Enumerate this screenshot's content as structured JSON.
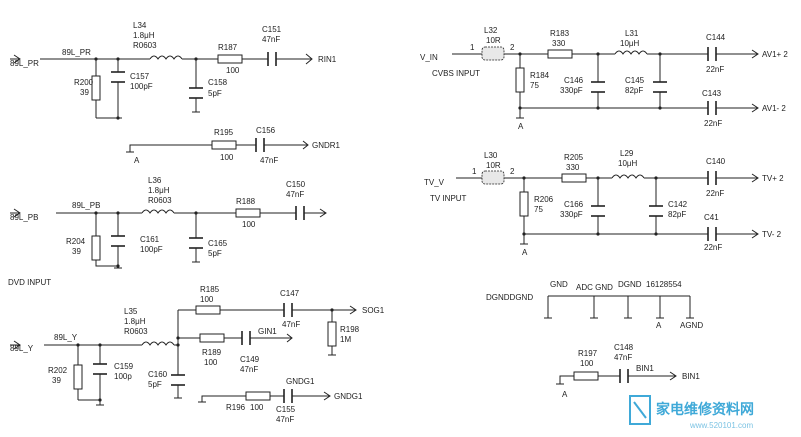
{
  "labels": {
    "top_left": [
      "89L_PR",
      "89L_PR",
      "L34",
      "1.8μH",
      "R0603",
      "R187",
      "100",
      "C151",
      "47nF",
      "RIN1",
      "R200",
      "39",
      "C157",
      "100pF",
      "C158",
      "5pF"
    ],
    "gndr_block": [
      "R195",
      "100",
      "C156",
      "47nF",
      "GNDR1",
      "A"
    ],
    "pb_block": [
      "89L_PB",
      "89L_PB",
      "L36",
      "1.8μH",
      "R0603",
      "R188",
      "100",
      "C150",
      "47nF",
      "R204",
      "39",
      "C161",
      "100pF",
      "C165",
      "5pF",
      "DVD INPUT"
    ],
    "y_block": [
      "89L_Y",
      "89L_Y",
      "L35",
      "1.8μH",
      "R0603",
      "R185",
      "100",
      "C147",
      "47nF",
      "SOG1",
      "R189",
      "100",
      "C149",
      "47nF",
      "GIN1",
      "R198",
      "1M",
      "R202",
      "39",
      "C159",
      "100p",
      "C160",
      "5pF",
      "GNDG1",
      "GNDG1",
      "R196",
      "100",
      "C155",
      "47nF"
    ],
    "cvbs_block": [
      "V_IN",
      "1",
      "L32",
      "10R",
      "2",
      "R183",
      "330",
      "L31",
      "10μH",
      "C144",
      "22nF",
      "AV1+ 2",
      "R184",
      "75",
      "C146",
      "330pF",
      "C145",
      "82pF",
      "C143",
      "22nF",
      "AV1- 2",
      "CVBS INPUT",
      "A"
    ],
    "tv_block": [
      "TV_V",
      "1",
      "L30",
      "10R",
      "2",
      "R205",
      "330",
      "L29",
      "10μH",
      "C140",
      "22nF",
      "TV+ 2",
      "R206",
      "75",
      "C166",
      "330pF",
      "C142",
      "82pF",
      "C41",
      "22nF",
      "TV- 2",
      "TV INPUT",
      "A"
    ],
    "gnd_block": [
      "DGNDDGND",
      "GND",
      "ADC GND",
      "DGND",
      "16128554",
      "A",
      "AGND"
    ],
    "bin_block": [
      "R197",
      "100",
      "C148",
      "47nF",
      "BIN1",
      "A"
    ]
  },
  "watermark": {
    "text": "家电维修资料网",
    "url": "www.520101.com"
  }
}
